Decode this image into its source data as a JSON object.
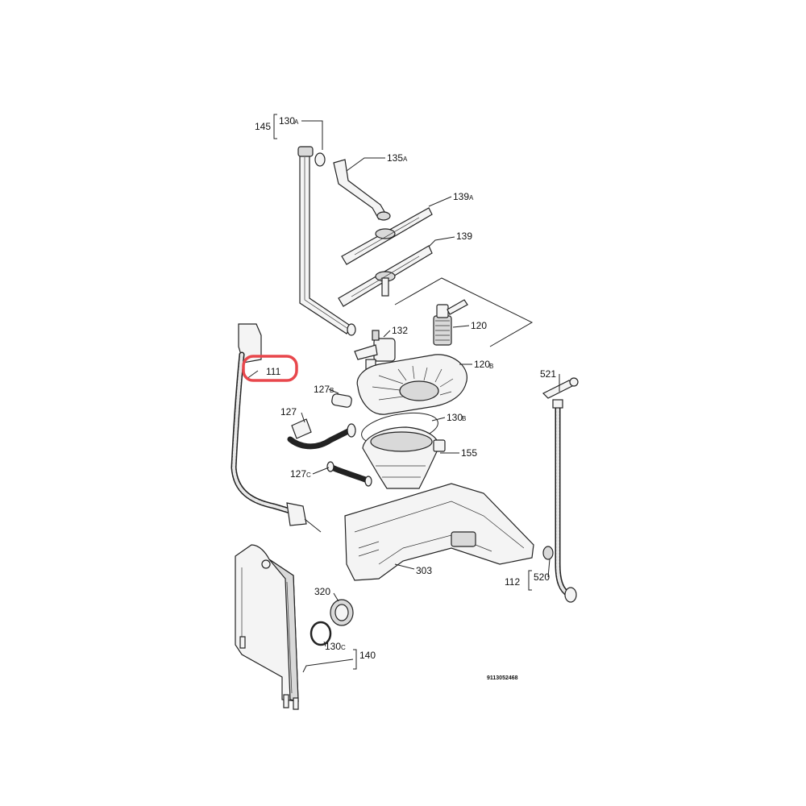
{
  "callouts": {
    "c145": "145",
    "c130a": "130",
    "c130a_sfx": "A",
    "c135a": "135",
    "c135a_sfx": "A",
    "c139a": "139",
    "c139a_sfx": "A",
    "c139": "139",
    "c132": "132",
    "c120": "120",
    "c120b": "120",
    "c120b_sfx": "B",
    "c111": "111",
    "c127b": "127",
    "c127b_sfx": "B",
    "c130b": "130",
    "c130b_sfx": "B",
    "c127": "127",
    "c155": "155",
    "c127c": "127",
    "c127c_sfx": "C",
    "c521": "521",
    "c303": "303",
    "c112": "112",
    "c520": "520",
    "c320": "320",
    "c130c": "130",
    "c130c_sfx": "C",
    "c140": "140"
  },
  "diagram_code": "9113052468",
  "highlight": {
    "target": "111",
    "color": "#e8474c"
  }
}
